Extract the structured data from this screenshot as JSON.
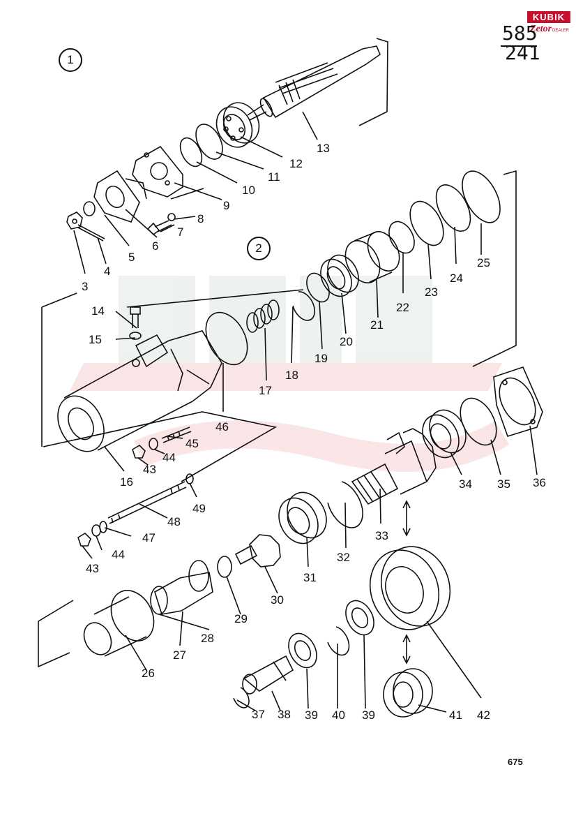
{
  "header": {
    "page_top": "585",
    "page_bottom": "241",
    "logo_top": "KUBIK",
    "logo_bottom": "Zetor",
    "logo_sub": "DEALER"
  },
  "groups": [
    {
      "label": "1"
    },
    {
      "label": "2"
    }
  ],
  "part_numbers": [
    "3",
    "4",
    "5",
    "6",
    "7",
    "8",
    "9",
    "10",
    "11",
    "12",
    "13",
    "14",
    "15",
    "16",
    "17",
    "18",
    "19",
    "20",
    "21",
    "22",
    "23",
    "24",
    "25",
    "26",
    "27",
    "28",
    "29",
    "30",
    "31",
    "32",
    "33",
    "34",
    "35",
    "36",
    "37",
    "38",
    "39",
    "39",
    "40",
    "41",
    "42",
    "43",
    "43",
    "44",
    "44",
    "45",
    "46",
    "47",
    "48",
    "49"
  ],
  "footer": {
    "page_code": "675"
  },
  "colors": {
    "ink": "#111111",
    "watermark_red": "#f2c4c8",
    "watermark_grey": "#e6ece8",
    "brand_red": "#c8102e"
  }
}
